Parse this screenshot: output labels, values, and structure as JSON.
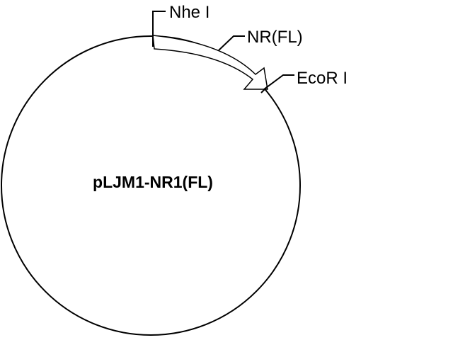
{
  "plasmid": {
    "name": "pLJM1-NR1(FL)"
  },
  "features": {
    "insert": "NR(FL)"
  },
  "sites": {
    "nhe1": "Nhe I",
    "ecor1": "EcoR I"
  },
  "colors": {
    "stroke": "#000000",
    "background": "#ffffff"
  }
}
